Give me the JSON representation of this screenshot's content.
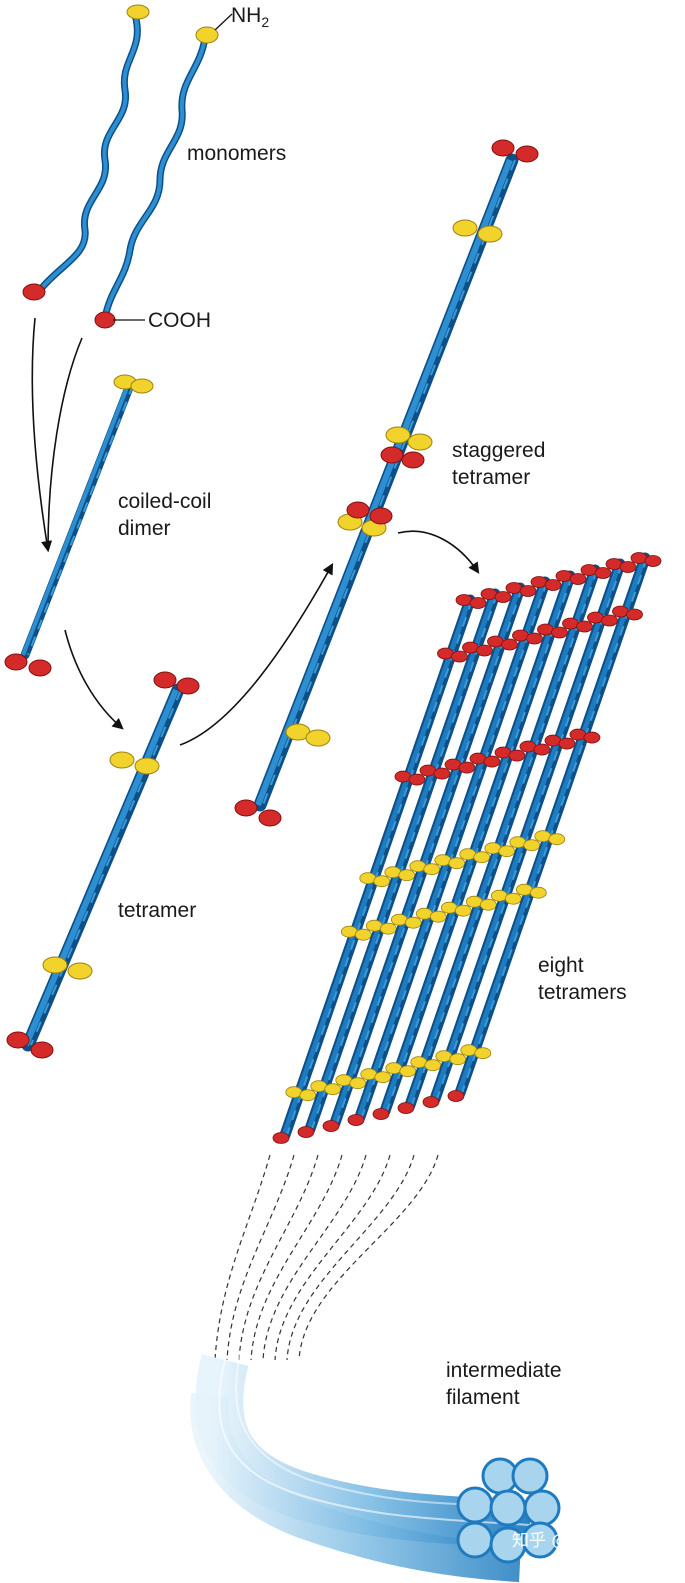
{
  "labels": {
    "nh2_main": "NH",
    "nh2_sub": "2",
    "cooh": "COOH",
    "monomers": "monomers",
    "coiled_coil_line1": "coiled-coil",
    "coiled_coil_line2": "dimer",
    "tetramer": "tetramer",
    "staggered_line1": "staggered",
    "staggered_line2": "tetramer",
    "eight_line1": "eight",
    "eight_line2": "tetramers",
    "filament_line1": "intermediate",
    "filament_line2": "filament"
  },
  "watermark": "知乎 @一闻一得",
  "colors": {
    "strand": "#1f7bbf",
    "strand_dark": "#0d4f86",
    "head_nh2": "#f2d32b",
    "head_cooh": "#d42a2a",
    "arrow": "#111111",
    "filament_light": "#a9d4ee"
  }
}
